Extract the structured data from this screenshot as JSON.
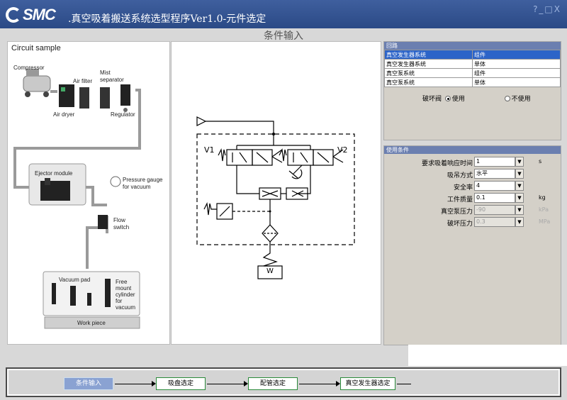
{
  "window": {
    "logo": "SMC",
    "title": ".真空吸着搬送系统选型程序Ver1.0-元件选定",
    "controls": "?_□X"
  },
  "page_title": "条件输入",
  "circuit_sample": {
    "title": "Circuit sample",
    "labels": {
      "compressor": "Compressor",
      "air_filter": "Air filter",
      "mist_sep_1": "Mist",
      "mist_sep_2": "separator",
      "air_dryer": "Air dryer",
      "regulator": "Regulator",
      "ejector": "Ejector module",
      "pg_1": "Pressure gauge",
      "pg_2": "for vacuum",
      "flow_1": "Flow",
      "flow_2": "switch",
      "vacuum_pad": "Vacuum pad",
      "fm_1": "Free",
      "fm_2": "mount",
      "fm_3": "cylinder",
      "fm_4": "for",
      "fm_5": "vacuum",
      "work_piece": "Work piece"
    }
  },
  "diagram": {
    "v1": "V1",
    "v2": "V2",
    "w": "W"
  },
  "circuit_table": {
    "header": "回路",
    "rows": [
      {
        "name": "真空发生器系统",
        "type": "组件"
      },
      {
        "name": "真空发生器系统",
        "type": "单体"
      },
      {
        "name": "真空泵系统",
        "type": "组件"
      },
      {
        "name": "真空泵系统",
        "type": "单体"
      }
    ],
    "break_valve_label": "破坏阀",
    "opt_use": "使用",
    "opt_nouse": "不使用"
  },
  "conditions": {
    "header": "使用条件",
    "fields": [
      {
        "label": "要求吸着响应时间",
        "value": "1",
        "unit": "s"
      },
      {
        "label": "吸吊方式",
        "value": "水平",
        "unit": ""
      },
      {
        "label": "安全率",
        "value": "4",
        "unit": ""
      },
      {
        "label": "工件质量",
        "value": "0.1",
        "unit": "kg"
      },
      {
        "label": "真空泵压力",
        "value": "-90",
        "unit": "kPa"
      },
      {
        "label": "破坏压力",
        "value": "0.3",
        "unit": "MPa"
      }
    ]
  },
  "workflow": {
    "steps": [
      "条件输入",
      "吸盘选定",
      "配管选定",
      "真空发生器选定"
    ]
  }
}
